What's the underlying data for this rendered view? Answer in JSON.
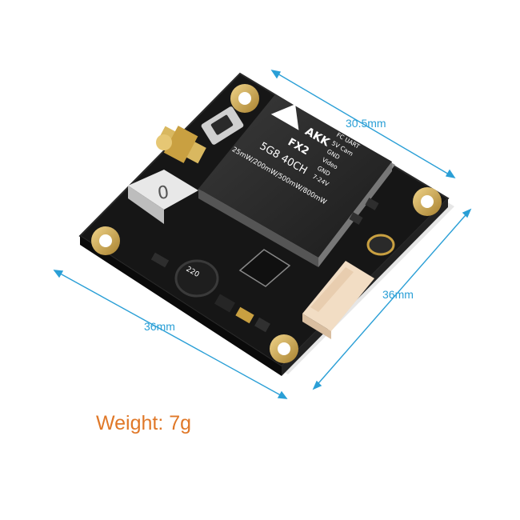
{
  "product": {
    "brand": "AKK",
    "model": "FX2",
    "channels": "5G8 40CH",
    "power_levels": "25mW/200mW/500mW/800mW",
    "pin_labels": [
      "7-24V",
      "Video",
      "GND",
      "5V Cam",
      "GND",
      "FC UART"
    ],
    "inductor_code": "220",
    "led_display": "0"
  },
  "dimensions": {
    "top_edge": "30.5mm",
    "right_edge": "36mm",
    "left_edge": "36mm"
  },
  "weight_label": "Weight: 7g",
  "colors": {
    "dimension_lines": "#2a9fd6",
    "weight_text": "#e07828",
    "pcb": "#141414",
    "gold": "#c9a041"
  }
}
